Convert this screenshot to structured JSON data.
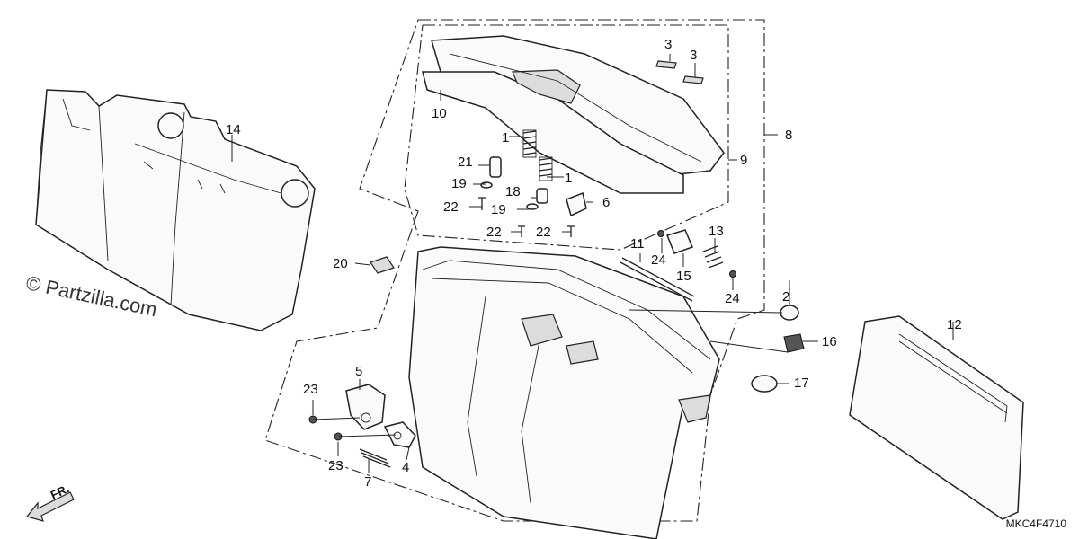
{
  "watermark": "© Partzilla.com",
  "diagram_code": "MKC4F4710",
  "front_marker": "FR.",
  "callouts": {
    "c1a": "1",
    "c1b": "1",
    "c2": "2",
    "c3a": "3",
    "c3b": "3",
    "c4": "4",
    "c5": "5",
    "c6": "6",
    "c7": "7",
    "c8": "8",
    "c9": "9",
    "c10": "10",
    "c11": "11",
    "c12": "12",
    "c13": "13",
    "c14": "14",
    "c15": "15",
    "c16": "16",
    "c17": "17",
    "c18": "18",
    "c19a": "19",
    "c19b": "19",
    "c20": "20",
    "c21": "21",
    "c22a": "22",
    "c22b": "22",
    "c22c": "22",
    "c23a": "23",
    "c23b": "23",
    "c24a": "24",
    "c24b": "24"
  }
}
